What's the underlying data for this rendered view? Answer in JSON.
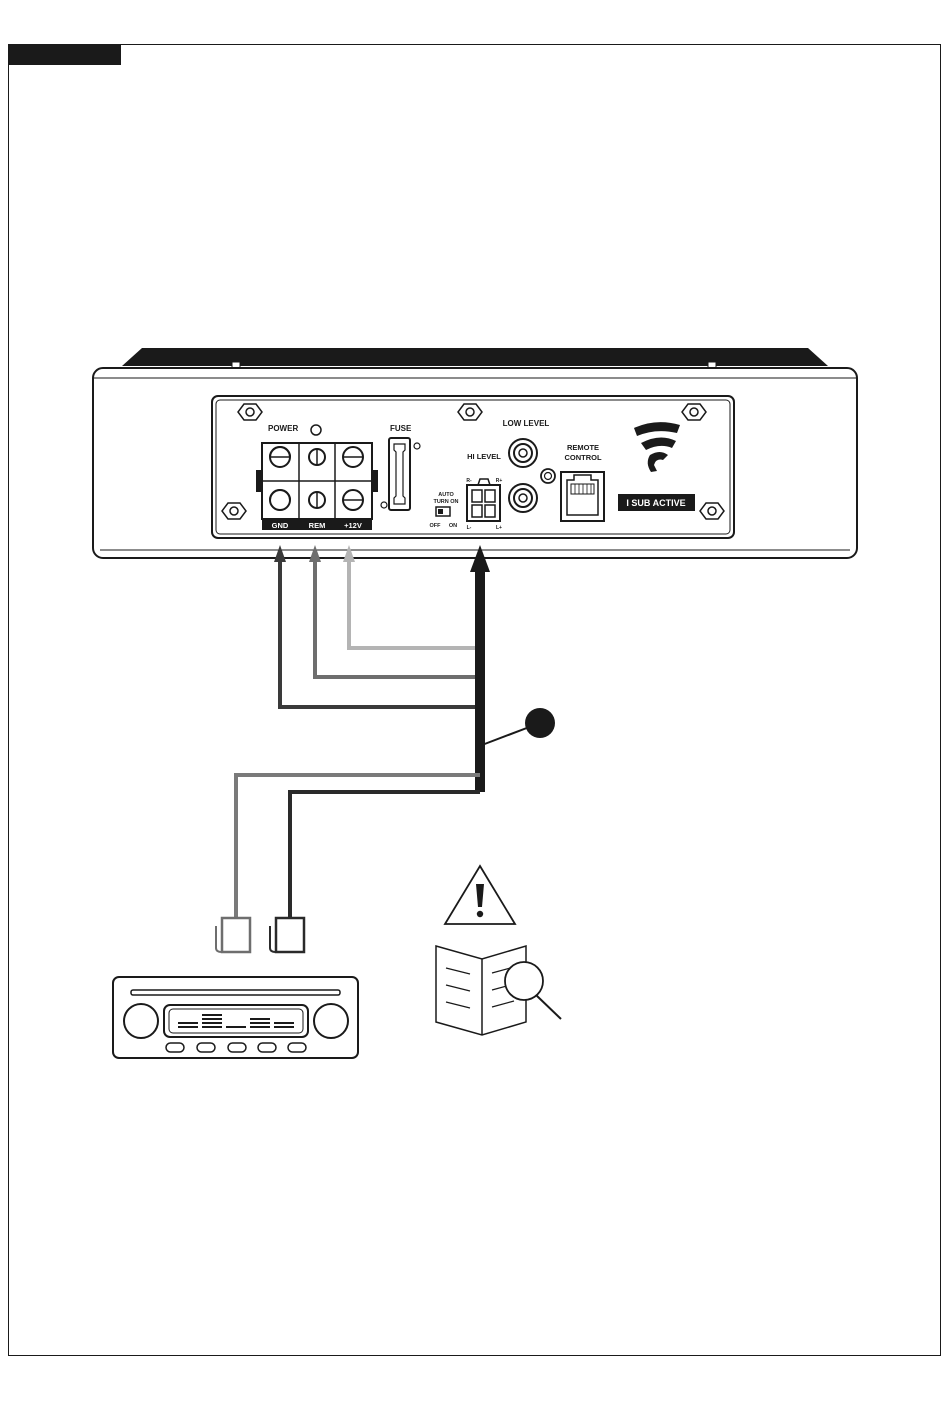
{
  "amplifier": {
    "labels": {
      "power": "POWER",
      "fuse": "FUSE",
      "low_level": "LOW LEVEL",
      "hi_level": "HI LEVEL",
      "remote_control_line1": "REMOTE",
      "remote_control_line2": "CONTROL",
      "auto_turn_on_line1": "AUTO",
      "auto_turn_on_line2": "TURN ON",
      "switch_off": "OFF",
      "switch_on": "ON",
      "gnd": "GND",
      "rem": "REM",
      "plus12v": "+12V",
      "r_minus": "R-",
      "r_plus": "R+",
      "l_minus": "L-",
      "l_plus": "L+",
      "badge": "I SUB ACTIVE"
    }
  },
  "colors": {
    "line": "#1a1a1a",
    "gnd_wire": "#3a3a3a",
    "rem_wire": "#6e6e6e",
    "v12_wire": "#b4b4b4",
    "head_unit_wire_right": "#2a2a2a",
    "head_unit_wire_left": "#7a7a7a"
  }
}
